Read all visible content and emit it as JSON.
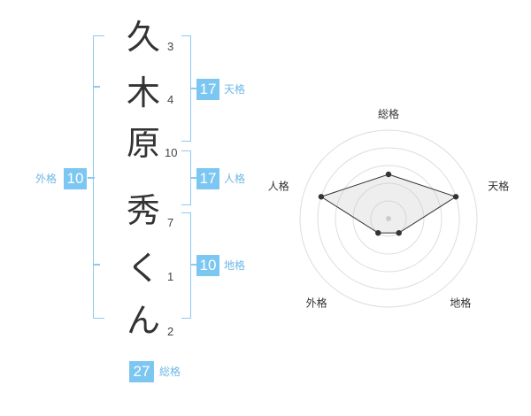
{
  "name_chars": [
    {
      "char": "久",
      "strokes": "3"
    },
    {
      "char": "木",
      "strokes": "4"
    },
    {
      "char": "原",
      "strokes": "10"
    },
    {
      "char": "秀",
      "strokes": "7"
    },
    {
      "char": "く",
      "strokes": "1"
    },
    {
      "char": "ん",
      "strokes": "2"
    }
  ],
  "kakusu": {
    "tenkaku": {
      "label": "天格",
      "value": "17"
    },
    "jinkaku": {
      "label": "人格",
      "value": "17"
    },
    "chikaku": {
      "label": "地格",
      "value": "10"
    },
    "gaikaku": {
      "label": "外格",
      "value": "10"
    },
    "soukaku": {
      "label": "総格",
      "value": "27"
    }
  },
  "colors": {
    "accent": "#7cc6f2",
    "bracket": "#8ccaf2",
    "label": "#6fb8e6"
  },
  "chart_data": {
    "type": "radar",
    "axes": [
      "総格",
      "天格",
      "地格",
      "外格",
      "人格"
    ],
    "values": [
      2.5,
      4,
      1,
      1,
      4
    ],
    "max": 5,
    "rings": 5
  }
}
